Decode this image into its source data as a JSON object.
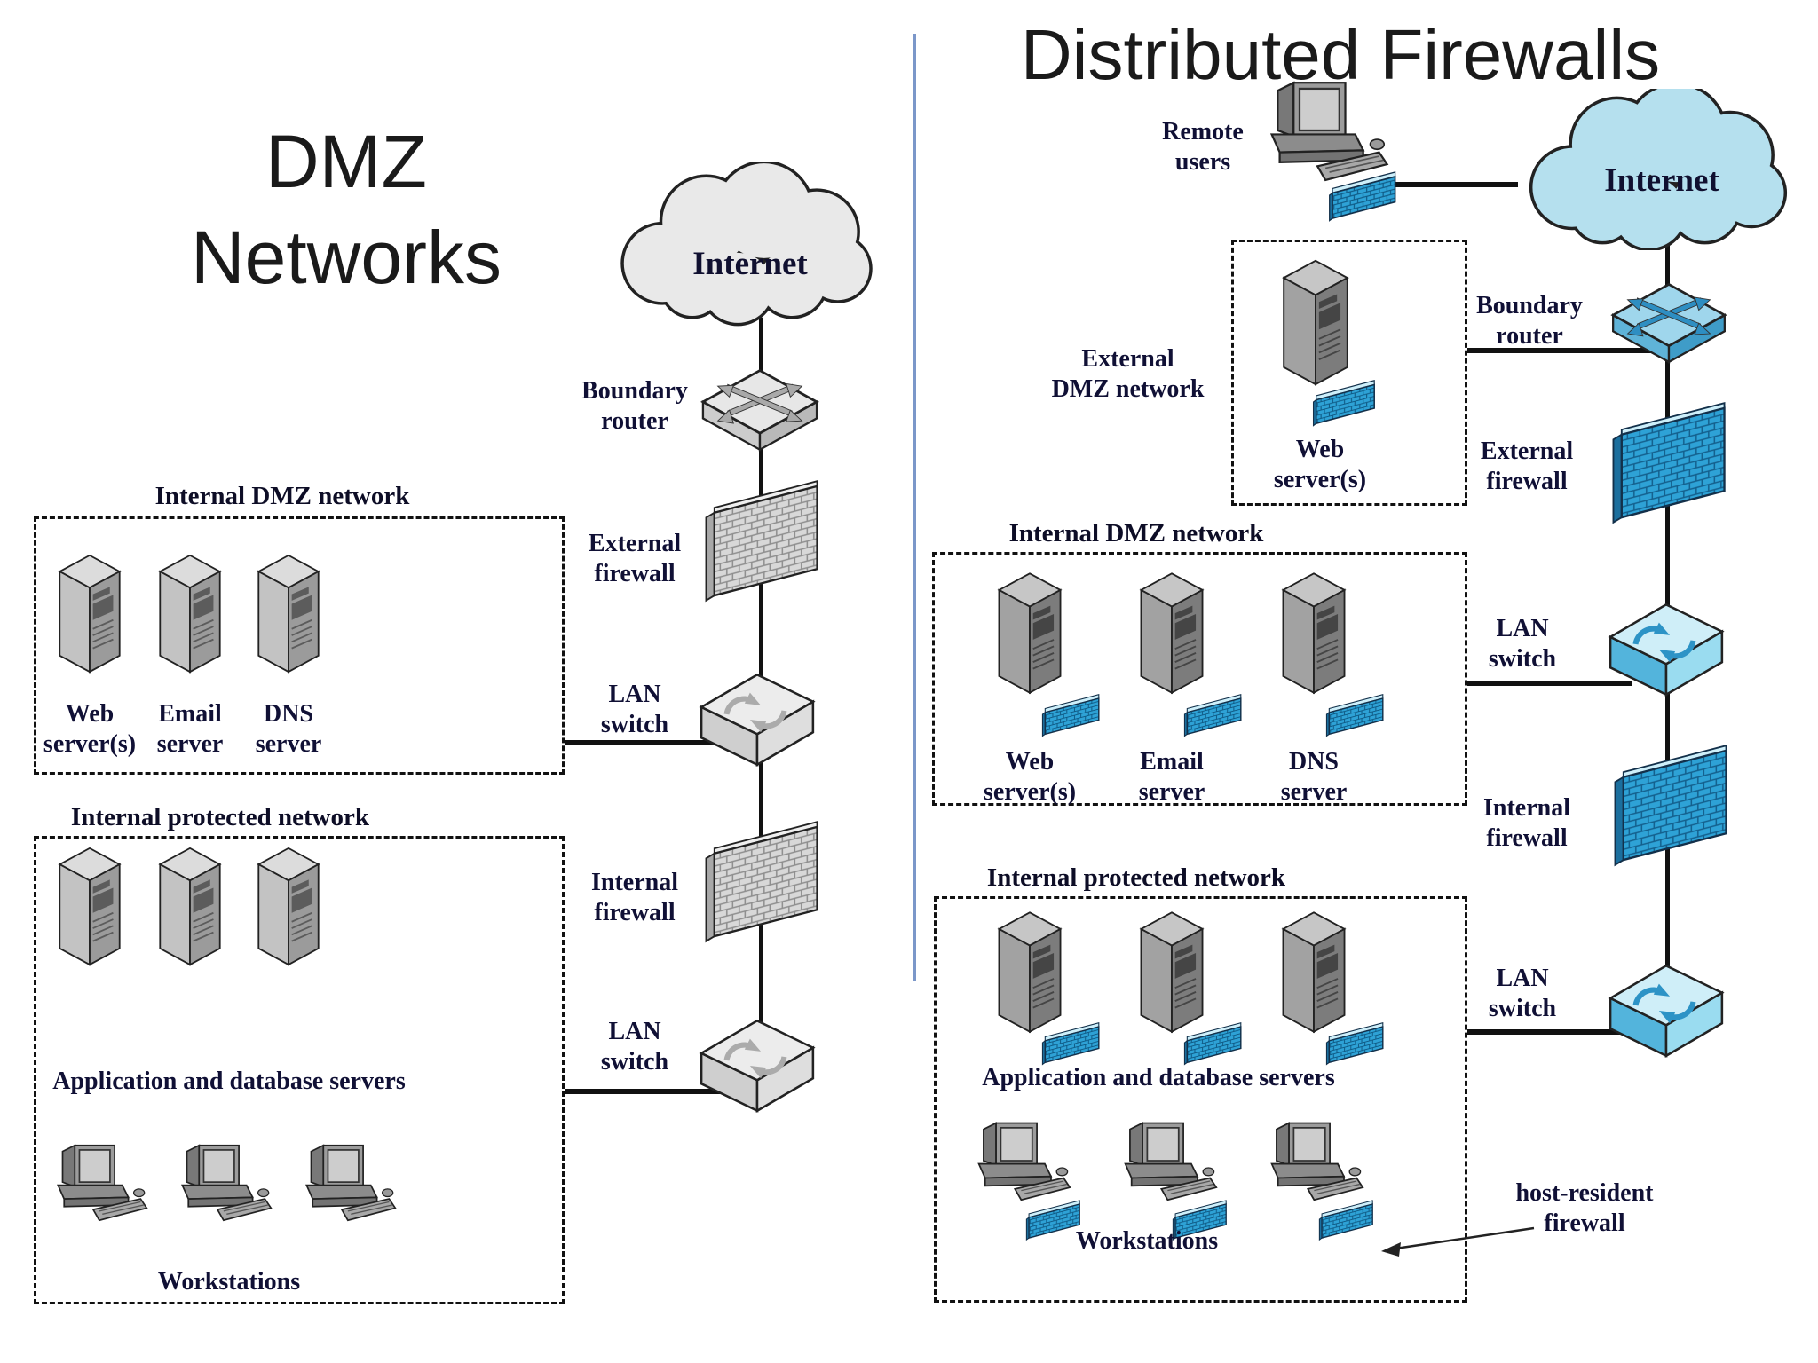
{
  "colors": {
    "accent_blue": "#2ea2d6",
    "cloud_blue": "#b5e0ee",
    "cloud_gray": "#e9e9e9",
    "divider_blue": "#7b97c9",
    "label_ink": "#101035"
  },
  "left": {
    "title": "DMZ\nNetworks",
    "internet": "Internet",
    "labels": {
      "boundary_router": "Boundary\nrouter",
      "external_firewall": "External\nfirewall",
      "lan_switch_top": "LAN\nswitch",
      "internal_firewall": "Internal\nfirewall",
      "lan_switch_bottom": "LAN\nswitch"
    },
    "dmz_box": {
      "title": "Internal DMZ network",
      "servers": [
        "Web\nserver(s)",
        "Email\nserver",
        "DNS\nserver"
      ]
    },
    "protected_box": {
      "title": "Internal protected network",
      "servers_caption": "Application and database servers",
      "workstations_caption": "Workstations"
    }
  },
  "right": {
    "title": "Distributed Firewalls",
    "internet": "Internet",
    "remote_users": "Remote\nusers",
    "labels": {
      "boundary_router": "Boundary\nrouter",
      "external_firewall": "External\nfirewall",
      "lan_switch_top": "LAN\nswitch",
      "internal_firewall": "Internal\nfirewall",
      "lan_switch_bottom": "LAN\nswitch"
    },
    "external_dmz_box": {
      "label": "External\nDMZ network",
      "server": "Web\nserver(s)"
    },
    "dmz_box": {
      "title": "Internal DMZ network",
      "servers": [
        "Web\nserver(s)",
        "Email\nserver",
        "DNS\nserver"
      ]
    },
    "protected_box": {
      "title": "Internal protected network",
      "servers_caption": "Application and database servers",
      "workstations_caption": "Workstations"
    },
    "host_resident": "host-resident\nfirewall"
  }
}
